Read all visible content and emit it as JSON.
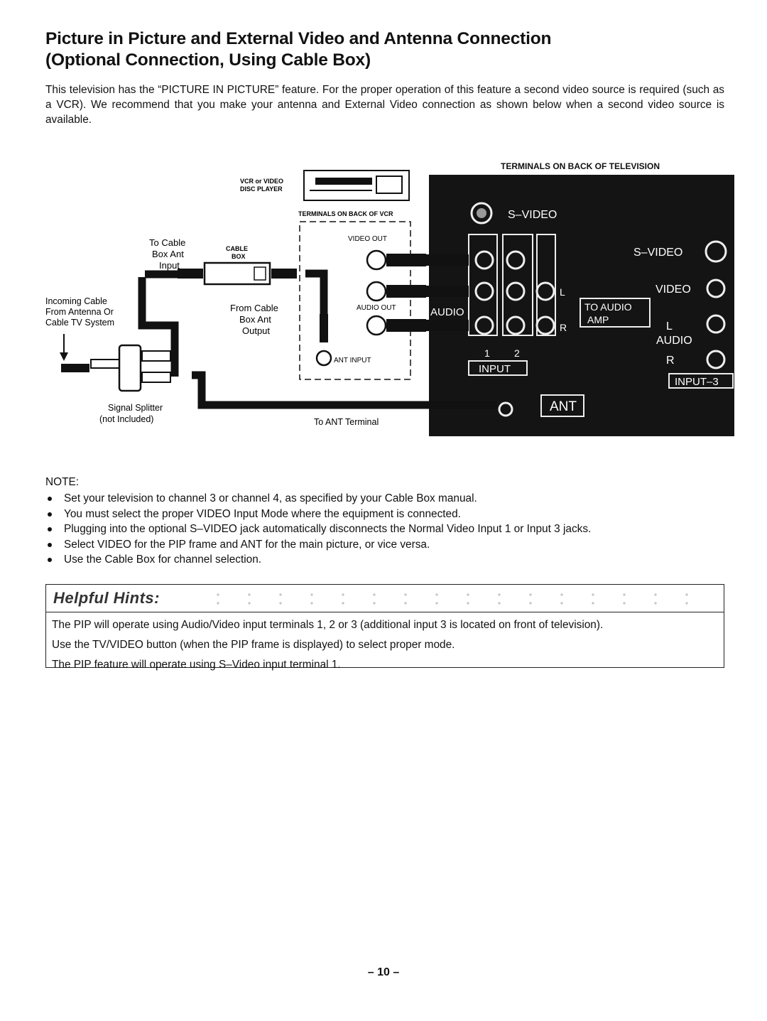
{
  "title_line1": "Picture in Picture and External Video and Antenna Connection",
  "title_line2": "(Optional Connection, Using Cable Box)",
  "intro": "This television has the “PICTURE IN PICTURE” feature. For the proper operation of this feature a second video source is required (such as a VCR). We recommend that you make your antenna and External Video connection as shown below when a second video source is available.",
  "diagram": {
    "terminals_tv": "TERMINALS ON BACK OF TELEVISION",
    "vcr_label_1": "VCR or VIDEO",
    "vcr_label_2": "DISC PLAYER",
    "terminals_vcr": "TERMINALS ON BACK OF VCR",
    "to_cable_1": "To Cable",
    "to_cable_2": "Box Ant",
    "to_cable_3": "Input",
    "cable_box_1": "CABLE",
    "cable_box_2": "BOX",
    "incoming_1": "Incoming Cable",
    "incoming_2": "From Antenna Or",
    "incoming_3": "Cable TV System",
    "from_cable_1": "From Cable",
    "from_cable_2": "Box Ant",
    "from_cable_3": "Output",
    "video_out": "VIDEO OUT",
    "audio_out": "AUDIO OUT",
    "ant_input": "ANT INPUT",
    "splitter_1": "Signal Splitter",
    "splitter_2": "(not Included)",
    "to_ant": "To ANT Terminal",
    "tv_svideo": "S–VIDEO",
    "tv_audio": "AUDIO",
    "tv_num1": "1",
    "tv_num2": "2",
    "tv_input": "INPUT",
    "tv_l": "L",
    "tv_r": "R",
    "tv_to_audio": "TO AUDIO",
    "tv_amp": "AMP",
    "tv_ant": "ANT",
    "front_svideo": "S–VIDEO",
    "front_video": "VIDEO",
    "front_l": "L",
    "front_audio": "AUDIO",
    "front_r": "R",
    "front_input3": "INPUT–3"
  },
  "note_heading": "NOTE:",
  "notes": [
    "Set your television to channel 3 or channel 4, as specified by your Cable Box manual.",
    "You must select the proper VIDEO Input Mode where the equipment is connected.",
    "Plugging into the optional S–VIDEO jack automatically disconnects the Normal Video Input 1 or Input 3 jacks.",
    "Select VIDEO for the PIP frame and ANT for the main picture, or vice versa.",
    "Use the Cable Box for channel selection."
  ],
  "hints_title": "Helpful Hints:",
  "hints": [
    "The PIP will operate using Audio/Video input terminals 1, 2 or 3 (additional input 3 is located on front of television).",
    "Use the TV/VIDEO button (when the PIP frame is displayed) to select proper mode.",
    "The PIP feature will operate using S–Video input terminal 1."
  ],
  "page_number": "– 10 –"
}
